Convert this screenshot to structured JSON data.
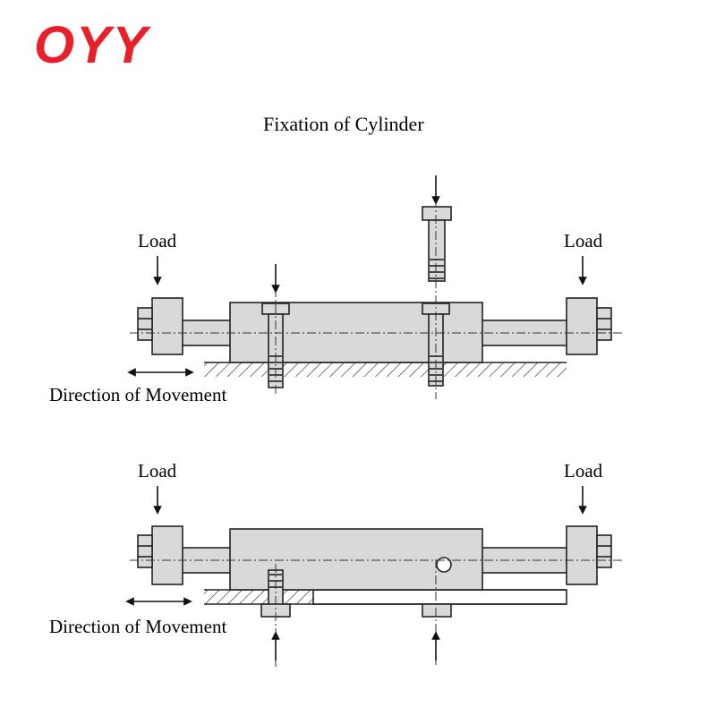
{
  "logo": {
    "text": "OYY",
    "color": "#e8202a"
  },
  "title": "Fixation of Cylinder",
  "top_diagram": {
    "load_left": "Load",
    "load_right": "Load",
    "movement": "Direction of Movement"
  },
  "bottom_diagram": {
    "load_left": "Load",
    "load_right": "Load",
    "movement": "Direction of Movement"
  },
  "colors": {
    "fill": "#d9d9d9",
    "stroke": "#222222",
    "logo": "#e8202a"
  }
}
